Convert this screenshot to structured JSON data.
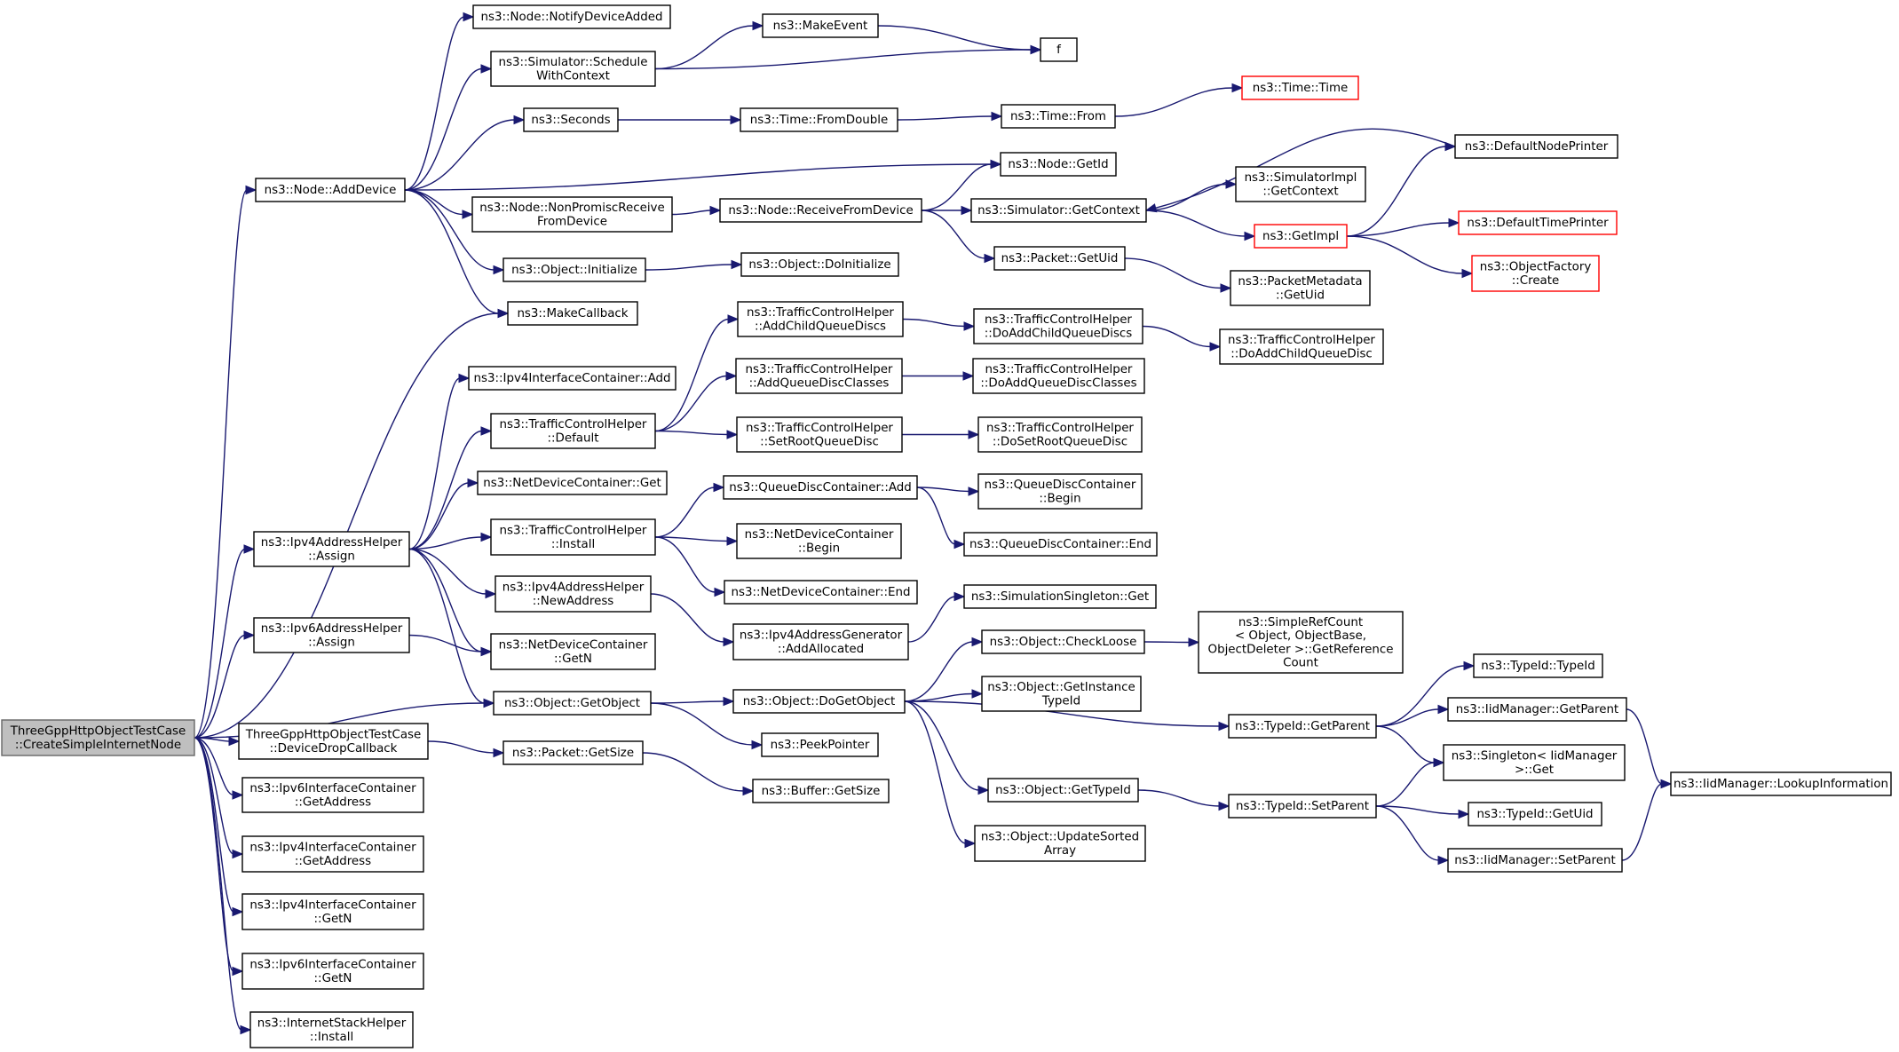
{
  "graph": {
    "edge_color": "#191970",
    "node_border_color": "#000000",
    "root_fill": "#bfbfbf",
    "truncated_border_color": "#ff0000",
    "nodes": [
      {
        "id": "root",
        "lines": [
          "ThreeGppHttpObjectTestCase",
          "::CreateSimpleInternetNode"
        ],
        "style": "root"
      },
      {
        "id": "notifyDeviceAdded",
        "lines": [
          "ns3::Node::NotifyDeviceAdded"
        ]
      },
      {
        "id": "scheduleWithContext",
        "lines": [
          "ns3::Simulator::Schedule",
          "WithContext"
        ]
      },
      {
        "id": "makeEvent",
        "lines": [
          "ns3::MakeEvent"
        ]
      },
      {
        "id": "f",
        "lines": [
          "f"
        ]
      },
      {
        "id": "seconds",
        "lines": [
          "ns3::Seconds"
        ]
      },
      {
        "id": "timeFromDouble",
        "lines": [
          "ns3::Time::FromDouble"
        ]
      },
      {
        "id": "timeFrom",
        "lines": [
          "ns3::Time::From"
        ]
      },
      {
        "id": "timeTime",
        "lines": [
          "ns3::Time::Time"
        ],
        "style": "truncated"
      },
      {
        "id": "nodeAddDevice",
        "lines": [
          "ns3::Node::AddDevice"
        ]
      },
      {
        "id": "nodeGetId",
        "lines": [
          "ns3::Node::GetId"
        ]
      },
      {
        "id": "defaultNodePrinter",
        "lines": [
          "ns3::DefaultNodePrinter"
        ]
      },
      {
        "id": "nonPromisc",
        "lines": [
          "ns3::Node::NonPromiscReceive",
          "FromDevice"
        ]
      },
      {
        "id": "receiveFromDevice",
        "lines": [
          "ns3::Node::ReceiveFromDevice"
        ]
      },
      {
        "id": "simGetContext",
        "lines": [
          "ns3::Simulator::GetContext"
        ]
      },
      {
        "id": "simImplGetContext",
        "lines": [
          "ns3::SimulatorImpl",
          "::GetContext"
        ]
      },
      {
        "id": "getImpl",
        "lines": [
          "ns3::GetImpl"
        ],
        "style": "truncated"
      },
      {
        "id": "defaultTimePrinter",
        "lines": [
          "ns3::DefaultTimePrinter"
        ],
        "style": "truncated"
      },
      {
        "id": "objectFactoryCreate",
        "lines": [
          "ns3::ObjectFactory",
          "::Create"
        ],
        "style": "truncated"
      },
      {
        "id": "objectInitialize",
        "lines": [
          "ns3::Object::Initialize"
        ]
      },
      {
        "id": "objectDoInitialize",
        "lines": [
          "ns3::Object::DoInitialize"
        ]
      },
      {
        "id": "packetGetUid",
        "lines": [
          "ns3::Packet::GetUid"
        ]
      },
      {
        "id": "packetMetadataGetUid",
        "lines": [
          "ns3::PacketMetadata",
          "::GetUid"
        ]
      },
      {
        "id": "makeCallback",
        "lines": [
          "ns3::MakeCallback"
        ]
      },
      {
        "id": "tchAddChildQueueDiscs",
        "lines": [
          "ns3::TrafficControlHelper",
          "::AddChildQueueDiscs"
        ]
      },
      {
        "id": "tchDoAddChildQueueDiscs",
        "lines": [
          "ns3::TrafficControlHelper",
          "::DoAddChildQueueDiscs"
        ]
      },
      {
        "id": "tchDoAddChildQueueDisc",
        "lines": [
          "ns3::TrafficControlHelper",
          "::DoAddChildQueueDisc"
        ]
      },
      {
        "id": "ipv4ContainerAdd",
        "lines": [
          "ns3::Ipv4InterfaceContainer::Add"
        ]
      },
      {
        "id": "tchAddQueueDiscClasses",
        "lines": [
          "ns3::TrafficControlHelper",
          "::AddQueueDiscClasses"
        ]
      },
      {
        "id": "tchDoAddQueueDiscClasses",
        "lines": [
          "ns3::TrafficControlHelper",
          "::DoAddQueueDiscClasses"
        ]
      },
      {
        "id": "tchDefault",
        "lines": [
          "ns3::TrafficControlHelper",
          "::Default"
        ]
      },
      {
        "id": "tchSetRootQueueDisc",
        "lines": [
          "ns3::TrafficControlHelper",
          "::SetRootQueueDisc"
        ]
      },
      {
        "id": "tchDoSetRootQueueDisc",
        "lines": [
          "ns3::TrafficControlHelper",
          "::DoSetRootQueueDisc"
        ]
      },
      {
        "id": "ndcGet",
        "lines": [
          "ns3::NetDeviceContainer::Get"
        ]
      },
      {
        "id": "qdcAdd",
        "lines": [
          "ns3::QueueDiscContainer::Add"
        ]
      },
      {
        "id": "qdcBegin",
        "lines": [
          "ns3::QueueDiscContainer",
          "::Begin"
        ]
      },
      {
        "id": "qdcEnd",
        "lines": [
          "ns3::QueueDiscContainer::End"
        ]
      },
      {
        "id": "ipv4AddressHelperAssign",
        "lines": [
          "ns3::Ipv4AddressHelper",
          "::Assign"
        ]
      },
      {
        "id": "tchInstall",
        "lines": [
          "ns3::TrafficControlHelper",
          "::Install"
        ]
      },
      {
        "id": "ndcBegin",
        "lines": [
          "ns3::NetDeviceContainer",
          "::Begin"
        ]
      },
      {
        "id": "ndcEnd",
        "lines": [
          "ns3::NetDeviceContainer::End"
        ]
      },
      {
        "id": "ipv4NewAddress",
        "lines": [
          "ns3::Ipv4AddressHelper",
          "::NewAddress"
        ]
      },
      {
        "id": "simSingletonGet",
        "lines": [
          "ns3::SimulationSingleton::Get"
        ]
      },
      {
        "id": "ipv6AddressHelperAssign",
        "lines": [
          "ns3::Ipv6AddressHelper",
          "::Assign"
        ]
      },
      {
        "id": "ipv4AddrGenAddAllocated",
        "lines": [
          "ns3::Ipv4AddressGenerator",
          "::AddAllocated"
        ]
      },
      {
        "id": "ndcGetN",
        "lines": [
          "ns3::NetDeviceContainer",
          "::GetN"
        ]
      },
      {
        "id": "checkLoose",
        "lines": [
          "ns3::Object::CheckLoose"
        ]
      },
      {
        "id": "simpleRefCount",
        "lines": [
          "ns3::SimpleRefCount",
          "< Object, ObjectBase,",
          " ObjectDeleter >::GetReference",
          "Count"
        ]
      },
      {
        "id": "typeIdTypeId",
        "lines": [
          "ns3::TypeId::TypeId"
        ]
      },
      {
        "id": "objectGetObject",
        "lines": [
          "ns3::Object::GetObject"
        ]
      },
      {
        "id": "objectDoGetObject",
        "lines": [
          "ns3::Object::DoGetObject"
        ]
      },
      {
        "id": "objectGetInstanceTypeId",
        "lines": [
          "ns3::Object::GetInstance",
          "TypeId"
        ]
      },
      {
        "id": "typeIdGetParent",
        "lines": [
          "ns3::TypeId::GetParent"
        ]
      },
      {
        "id": "iidGetParent",
        "lines": [
          "ns3::IidManager::GetParent"
        ]
      },
      {
        "id": "deviceDropCallback",
        "lines": [
          "ThreeGppHttpObjectTestCase",
          "::DeviceDropCallback"
        ]
      },
      {
        "id": "packetGetSize",
        "lines": [
          "ns3::Packet::GetSize"
        ]
      },
      {
        "id": "peekPointer",
        "lines": [
          "ns3::PeekPointer"
        ]
      },
      {
        "id": "singletonGet",
        "lines": [
          "ns3::Singleton< IidManager",
          " >::Get"
        ]
      },
      {
        "id": "lookupInformation",
        "lines": [
          "ns3::IidManager::LookupInformation"
        ]
      },
      {
        "id": "ipv6ContainerGetAddress",
        "lines": [
          "ns3::Ipv6InterfaceContainer",
          "::GetAddress"
        ]
      },
      {
        "id": "bufferGetSize",
        "lines": [
          "ns3::Buffer::GetSize"
        ]
      },
      {
        "id": "objectGetTypeId",
        "lines": [
          "ns3::Object::GetTypeId"
        ]
      },
      {
        "id": "typeIdSetParent",
        "lines": [
          "ns3::TypeId::SetParent"
        ]
      },
      {
        "id": "typeIdGetUid",
        "lines": [
          "ns3::TypeId::GetUid"
        ]
      },
      {
        "id": "objectUpdateSortedArray",
        "lines": [
          "ns3::Object::UpdateSorted",
          "Array"
        ]
      },
      {
        "id": "iidSetParent",
        "lines": [
          "ns3::IidManager::SetParent"
        ]
      },
      {
        "id": "ipv4ContainerGetAddress",
        "lines": [
          "ns3::Ipv4InterfaceContainer",
          "::GetAddress"
        ]
      },
      {
        "id": "ipv4ContainerGetN",
        "lines": [
          "ns3::Ipv4InterfaceContainer",
          "::GetN"
        ]
      },
      {
        "id": "ipv6ContainerGetN",
        "lines": [
          "ns3::Ipv6InterfaceContainer",
          "::GetN"
        ]
      },
      {
        "id": "internetStackInstall",
        "lines": [
          "ns3::InternetStackHelper",
          "::Install"
        ]
      }
    ],
    "edges": [
      [
        "root",
        "nodeAddDevice"
      ],
      [
        "root",
        "makeCallback"
      ],
      [
        "root",
        "ipv4AddressHelperAssign"
      ],
      [
        "root",
        "ipv6AddressHelperAssign"
      ],
      [
        "root",
        "objectGetObject"
      ],
      [
        "root",
        "deviceDropCallback"
      ],
      [
        "root",
        "ipv6ContainerGetAddress"
      ],
      [
        "root",
        "ipv4ContainerGetAddress"
      ],
      [
        "root",
        "ipv4ContainerGetN"
      ],
      [
        "root",
        "ipv6ContainerGetN"
      ],
      [
        "root",
        "internetStackInstall"
      ],
      [
        "nodeAddDevice",
        "notifyDeviceAdded"
      ],
      [
        "nodeAddDevice",
        "scheduleWithContext"
      ],
      [
        "nodeAddDevice",
        "seconds"
      ],
      [
        "nodeAddDevice",
        "nodeGetId"
      ],
      [
        "nodeAddDevice",
        "nonPromisc"
      ],
      [
        "nodeAddDevice",
        "objectInitialize"
      ],
      [
        "nodeAddDevice",
        "makeCallback"
      ],
      [
        "scheduleWithContext",
        "makeEvent"
      ],
      [
        "scheduleWithContext",
        "f"
      ],
      [
        "makeEvent",
        "f"
      ],
      [
        "seconds",
        "timeFromDouble"
      ],
      [
        "timeFromDouble",
        "timeFrom"
      ],
      [
        "timeFrom",
        "timeTime"
      ],
      [
        "nonPromisc",
        "receiveFromDevice"
      ],
      [
        "receiveFromDevice",
        "nodeGetId"
      ],
      [
        "receiveFromDevice",
        "simGetContext"
      ],
      [
        "receiveFromDevice",
        "packetGetUid"
      ],
      [
        "simGetContext",
        "simImplGetContext"
      ],
      [
        "simGetContext",
        "getImpl"
      ],
      [
        "defaultNodePrinter",
        "simGetContext"
      ],
      [
        "getImpl",
        "defaultNodePrinter"
      ],
      [
        "getImpl",
        "defaultTimePrinter"
      ],
      [
        "getImpl",
        "objectFactoryCreate"
      ],
      [
        "objectInitialize",
        "objectDoInitialize"
      ],
      [
        "packetGetUid",
        "packetMetadataGetUid"
      ],
      [
        "ipv4AddressHelperAssign",
        "ipv4ContainerAdd"
      ],
      [
        "ipv4AddressHelperAssign",
        "tchDefault"
      ],
      [
        "ipv4AddressHelperAssign",
        "ndcGet"
      ],
      [
        "ipv4AddressHelperAssign",
        "tchInstall"
      ],
      [
        "ipv4AddressHelperAssign",
        "ipv4NewAddress"
      ],
      [
        "ipv4AddressHelperAssign",
        "ndcGetN"
      ],
      [
        "ipv4AddressHelperAssign",
        "objectGetObject"
      ],
      [
        "tchDefault",
        "tchAddChildQueueDiscs"
      ],
      [
        "tchDefault",
        "tchAddQueueDiscClasses"
      ],
      [
        "tchDefault",
        "tchSetRootQueueDisc"
      ],
      [
        "tchAddChildQueueDiscs",
        "tchDoAddChildQueueDiscs"
      ],
      [
        "tchDoAddChildQueueDiscs",
        "tchDoAddChildQueueDisc"
      ],
      [
        "tchAddQueueDiscClasses",
        "tchDoAddQueueDiscClasses"
      ],
      [
        "tchSetRootQueueDisc",
        "tchDoSetRootQueueDisc"
      ],
      [
        "tchInstall",
        "qdcAdd"
      ],
      [
        "tchInstall",
        "ndcBegin"
      ],
      [
        "tchInstall",
        "ndcEnd"
      ],
      [
        "qdcAdd",
        "qdcBegin"
      ],
      [
        "qdcAdd",
        "qdcEnd"
      ],
      [
        "ipv4NewAddress",
        "ipv4AddrGenAddAllocated"
      ],
      [
        "ipv4AddrGenAddAllocated",
        "simSingletonGet"
      ],
      [
        "ipv6AddressHelperAssign",
        "ndcGetN"
      ],
      [
        "objectGetObject",
        "objectDoGetObject"
      ],
      [
        "objectGetObject",
        "peekPointer"
      ],
      [
        "objectDoGetObject",
        "checkLoose"
      ],
      [
        "objectDoGetObject",
        "objectGetInstanceTypeId"
      ],
      [
        "objectDoGetObject",
        "typeIdGetParent"
      ],
      [
        "objectDoGetObject",
        "objectGetTypeId"
      ],
      [
        "objectDoGetObject",
        "objectUpdateSortedArray"
      ],
      [
        "checkLoose",
        "simpleRefCount"
      ],
      [
        "typeIdGetParent",
        "typeIdTypeId"
      ],
      [
        "typeIdGetParent",
        "iidGetParent"
      ],
      [
        "typeIdGetParent",
        "singletonGet"
      ],
      [
        "iidGetParent",
        "lookupInformation"
      ],
      [
        "objectGetTypeId",
        "typeIdSetParent"
      ],
      [
        "typeIdSetParent",
        "singletonGet"
      ],
      [
        "typeIdSetParent",
        "typeIdGetUid"
      ],
      [
        "typeIdSetParent",
        "iidSetParent"
      ],
      [
        "iidSetParent",
        "lookupInformation"
      ],
      [
        "deviceDropCallback",
        "packetGetSize"
      ],
      [
        "packetGetSize",
        "bufferGetSize"
      ]
    ]
  }
}
